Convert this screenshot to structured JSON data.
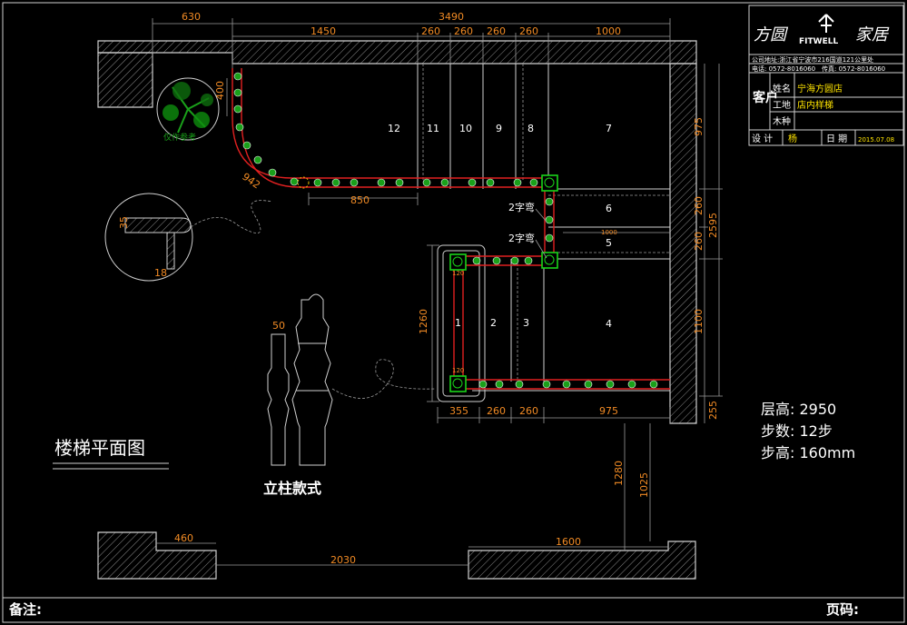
{
  "title": "楼梯平面图",
  "post_style_label": "立柱款式",
  "post_width_dim": "50",
  "footer": {
    "notes_label": "备注:",
    "page_label": "页码:"
  },
  "specs": {
    "floor_height": "层高: 2950",
    "steps": "步数: 12步",
    "step_height": "步高: 160mm"
  },
  "plant_watermark": "仅作参考",
  "profile_dims": {
    "height": "35",
    "width": "18"
  },
  "title_block": {
    "brand_left": "方圆",
    "brand_mark": "FITWELL",
    "brand_right": "家居",
    "address": "公司地址:浙江省宁波市216国道121公里处",
    "phone": "电话: 0572-8016060",
    "fax": "传真: 0572-8016060",
    "customer_label": "客户",
    "name_label": "姓名",
    "name_value": "宁海方圆店",
    "project_label": "工地",
    "project_value": "店内样梯",
    "material_label": "木种",
    "material_value": "",
    "designer_label": "设 计",
    "designer_value": "杨",
    "date_label": "日 期",
    "date_value": "2015.07.08"
  },
  "steps": [
    "1",
    "2",
    "3",
    "4",
    "5",
    "6",
    "7",
    "8",
    "9",
    "10",
    "11",
    "12"
  ],
  "notes": {
    "turn_a": "2字弯",
    "turn_b": "2字弯"
  },
  "dimensions": {
    "top_left": "630",
    "top_total": "3490",
    "top_1450": "1450",
    "top_260_a": "260",
    "top_260_b": "260",
    "top_260_c": "260",
    "top_260_d": "260",
    "top_1000": "1000",
    "left_400": "400",
    "arc_942": "942",
    "rail_850": "850",
    "right_975": "975",
    "right_260_a": "260",
    "right_260_b": "260",
    "right_2595": "2595",
    "right_1100": "1100",
    "right_255": "255",
    "inner_1000": "1000",
    "left_1260": "1260",
    "post_120_a": "120",
    "post_120_b": "120",
    "bottom_355": "355",
    "bottom_260_a": "260",
    "bottom_260_b": "260",
    "bottom_975": "975",
    "vert_1280": "1280",
    "vert_1025": "1025",
    "wall_460": "460",
    "wall_2030": "2030",
    "wall_1600": "1600"
  }
}
